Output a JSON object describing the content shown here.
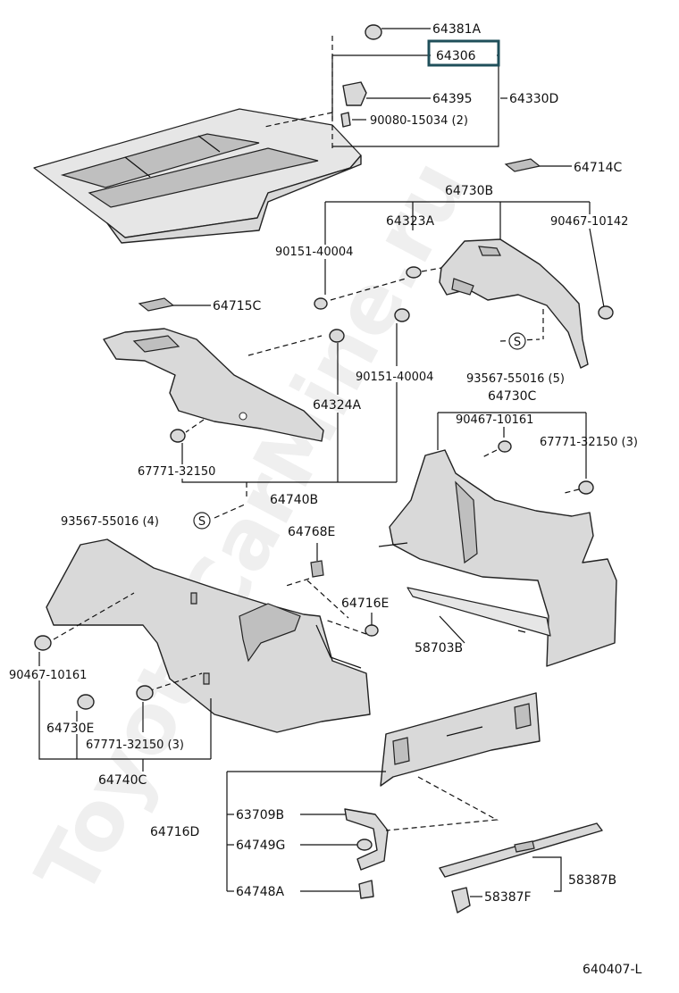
{
  "diagram": {
    "watermark": "ToyotaCarMine.ru",
    "figure_code": "640407-L",
    "part_labels": {
      "p64381A": "64381A",
      "p64306": "64306",
      "p64395": "64395",
      "p64330D": "64330D",
      "p9008015034": "90080-15034 (2)",
      "p64714C": "64714C",
      "p64730B": "64730B",
      "p64323A": "64323A",
      "p9015140004a": "90151-40004",
      "p9046710142": "90467-10142",
      "p64715C": "64715C",
      "p9015140004b": "90151-40004",
      "p9356755016_5": "93567-55016 (5)",
      "p64324A": "64324A",
      "p64730C": "64730C",
      "p9046710161a": "90467-10161",
      "p6777132150_3a": "67771-32150 (3)",
      "p6777132150": "67771-32150",
      "p64740B": "64740B",
      "p9356755016_4": "93567-55016 (4)",
      "p64768E": "64768E",
      "p64716E": "64716E",
      "p58703B": "58703B",
      "p9046710161b": "90467-10161",
      "p64730E": "64730E",
      "p6777132150_3b": "67771-32150 (3)",
      "p64740C": "64740C",
      "p64716D": "64716D",
      "p63709B": "63709B",
      "p64749G": "64749G",
      "p64748A": "64748A",
      "p58387B": "58387B",
      "p58387F": "58387F"
    },
    "symbol_s": "S"
  }
}
